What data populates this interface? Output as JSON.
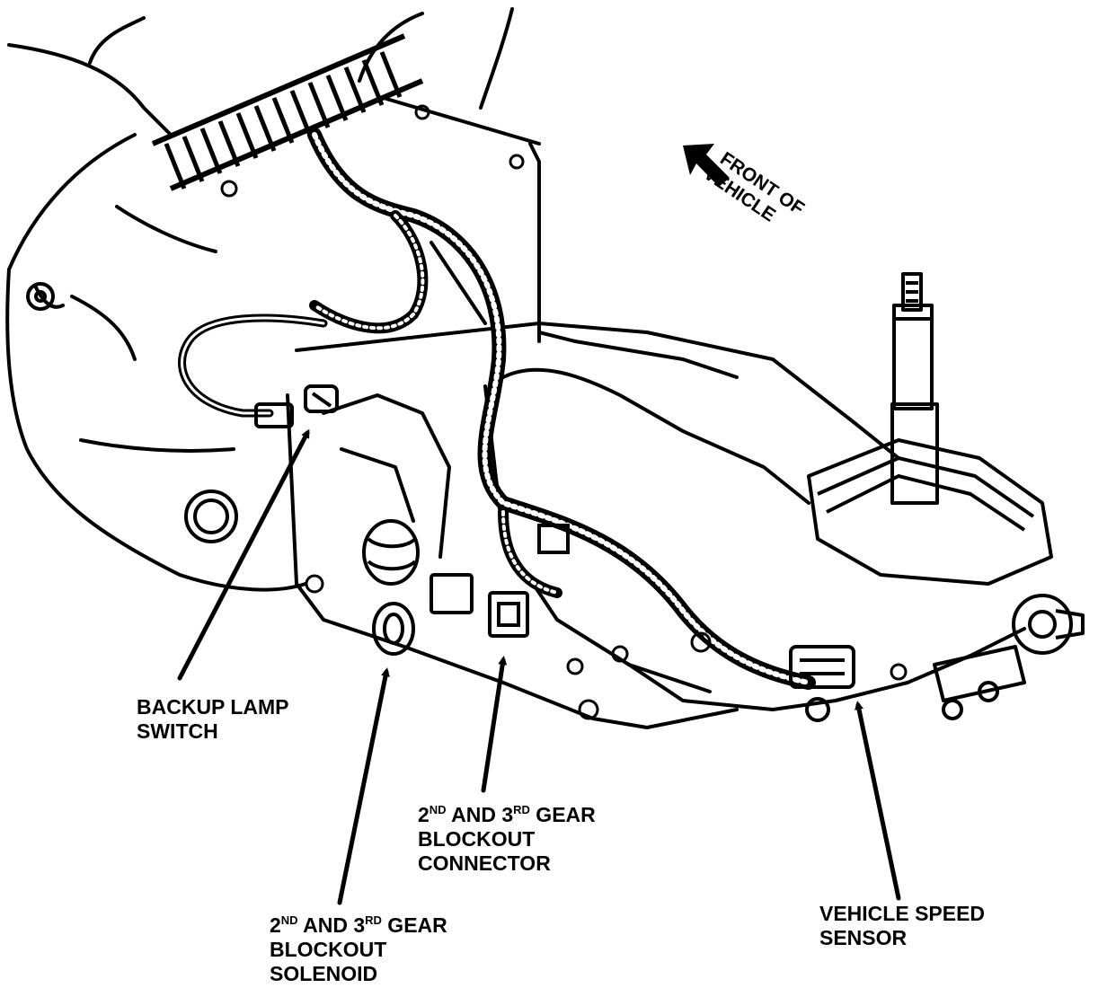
{
  "colors": {
    "ink": "#000000",
    "paper": "#ffffff"
  },
  "direction": {
    "line1": "FRONT OF",
    "line2": "VEHICLE"
  },
  "labels": {
    "backup_lamp": {
      "line1": "BACKUP LAMP",
      "line2": "SWITCH"
    },
    "blockout_connector": {
      "ord1": "2",
      "sup1": "ND",
      "mid": " AND 3",
      "sup2": "RD",
      "tail": " GEAR",
      "line2": "BLOCKOUT",
      "line3": "CONNECTOR"
    },
    "blockout_solenoid": {
      "ord1": "2",
      "sup1": "ND",
      "mid": " AND 3",
      "sup2": "RD",
      "tail": " GEAR",
      "line2": "BLOCKOUT",
      "line3": "SOLENOID"
    },
    "speed_sensor": {
      "line1": "VEHICLE SPEED",
      "line2": "SENSOR"
    }
  }
}
